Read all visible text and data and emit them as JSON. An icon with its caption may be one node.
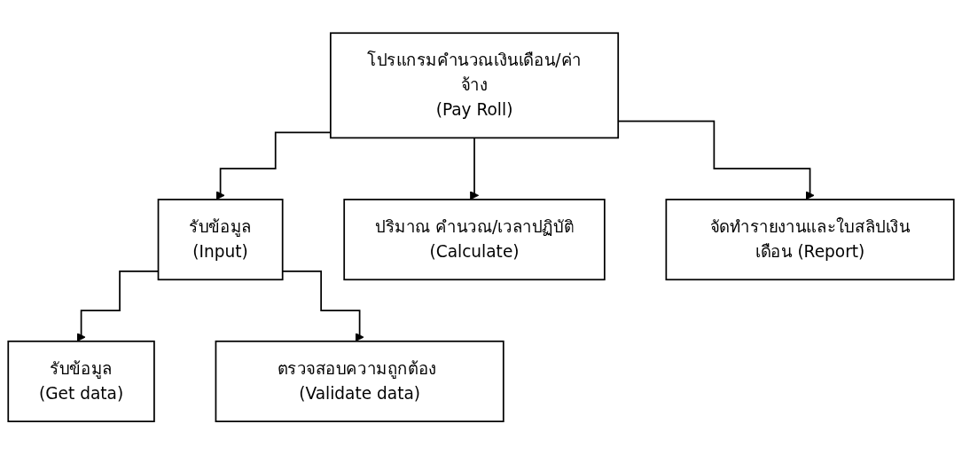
{
  "diagram": {
    "nodes": [
      {
        "text": [
          "โปรแกรมคำนวณเงินเดือน/ค่าจ้าง",
          "(Pay Roll)"
        ]
      },
      {
        "text": [
          "รับข้อมูล",
          "(Input)"
        ]
      },
      {
        "text": [
          "ปริมาณ คำนวณ/เวลาปฏิบัติ",
          "(Calculate)"
        ]
      },
      {
        "text": [
          "จัดทำรายงานและใบสลิปเงินเดือน (Report)"
        ]
      },
      {
        "text": [
          "รับข้อมูล",
          "(Get data)"
        ]
      },
      {
        "text": [
          "ตรวจสอบความถูกต้อง (Validate data)"
        ]
      }
    ],
    "edges": [
      {
        "from": 0,
        "to": 1,
        "arrow": "to"
      },
      {
        "from": 0,
        "to": 2,
        "arrow": "to"
      },
      {
        "from": 0,
        "to": 3,
        "arrow": "to"
      },
      {
        "from": 1,
        "to": 4,
        "arrow": "to"
      },
      {
        "from": 1,
        "to": 5,
        "arrow": "to"
      }
    ]
  }
}
